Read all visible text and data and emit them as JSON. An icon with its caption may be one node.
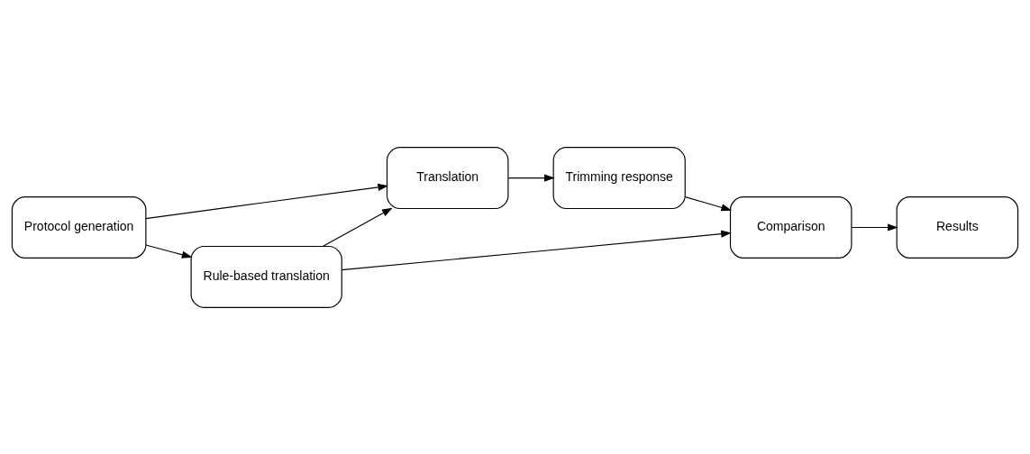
{
  "diagram": {
    "nodes": [
      {
        "text": [
          "Protocol generation"
        ]
      },
      {
        "text": [
          "Rule-based translation"
        ]
      },
      {
        "text": [
          "Translation"
        ]
      },
      {
        "text": [
          "Trimming response"
        ]
      },
      {
        "text": [
          "Comparison"
        ]
      },
      {
        "text": [
          "Results"
        ]
      }
    ],
    "edges": [
      {
        "from": 0,
        "to": 1,
        "arrow": "to"
      },
      {
        "from": 0,
        "to": 2,
        "arrow": "to"
      },
      {
        "from": 1,
        "to": 2,
        "arrow": "to"
      },
      {
        "from": 1,
        "to": 4,
        "arrow": "to"
      },
      {
        "from": 2,
        "to": 3,
        "arrow": "to"
      },
      {
        "from": 3,
        "to": 4,
        "arrow": "to"
      },
      {
        "from": 4,
        "to": 5,
        "arrow": "to"
      }
    ]
  }
}
